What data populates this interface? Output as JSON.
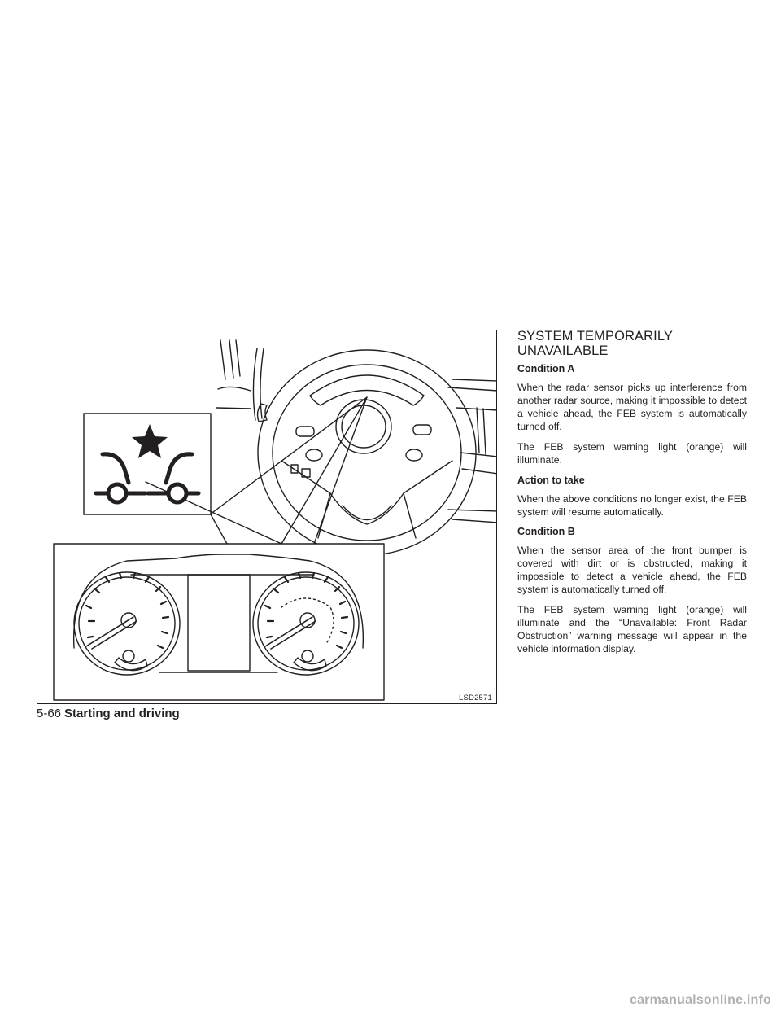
{
  "figure": {
    "code": "LSD2571"
  },
  "section": {
    "title": "SYSTEM TEMPORARILY UNAVAILABLE",
    "blocks": [
      {
        "type": "heading",
        "text": "Condition A"
      },
      {
        "type": "para",
        "text": "When the radar sensor picks up interference from another radar source, making it impossible to detect a vehicle ahead, the FEB system is automatically turned off."
      },
      {
        "type": "para",
        "text": "The FEB system warning light (orange) will illuminate."
      },
      {
        "type": "heading",
        "text": "Action to take"
      },
      {
        "type": "para",
        "text": "When the above conditions no longer exist, the FEB system will resume automatically."
      },
      {
        "type": "heading",
        "text": "Condition B"
      },
      {
        "type": "para",
        "text": "When the sensor area of the front bumper is covered with dirt or is obstructed, making it impossible to detect a vehicle ahead, the FEB system is automatically turned off."
      },
      {
        "type": "para",
        "text": "The FEB system warning light (orange) will illuminate and the “Unavailable: Front Radar Obstruction” warning message will appear in the vehicle information display."
      }
    ]
  },
  "footer": {
    "page": "5-66",
    "section": "Starting and driving"
  },
  "watermark": "carmanualsonline.info"
}
